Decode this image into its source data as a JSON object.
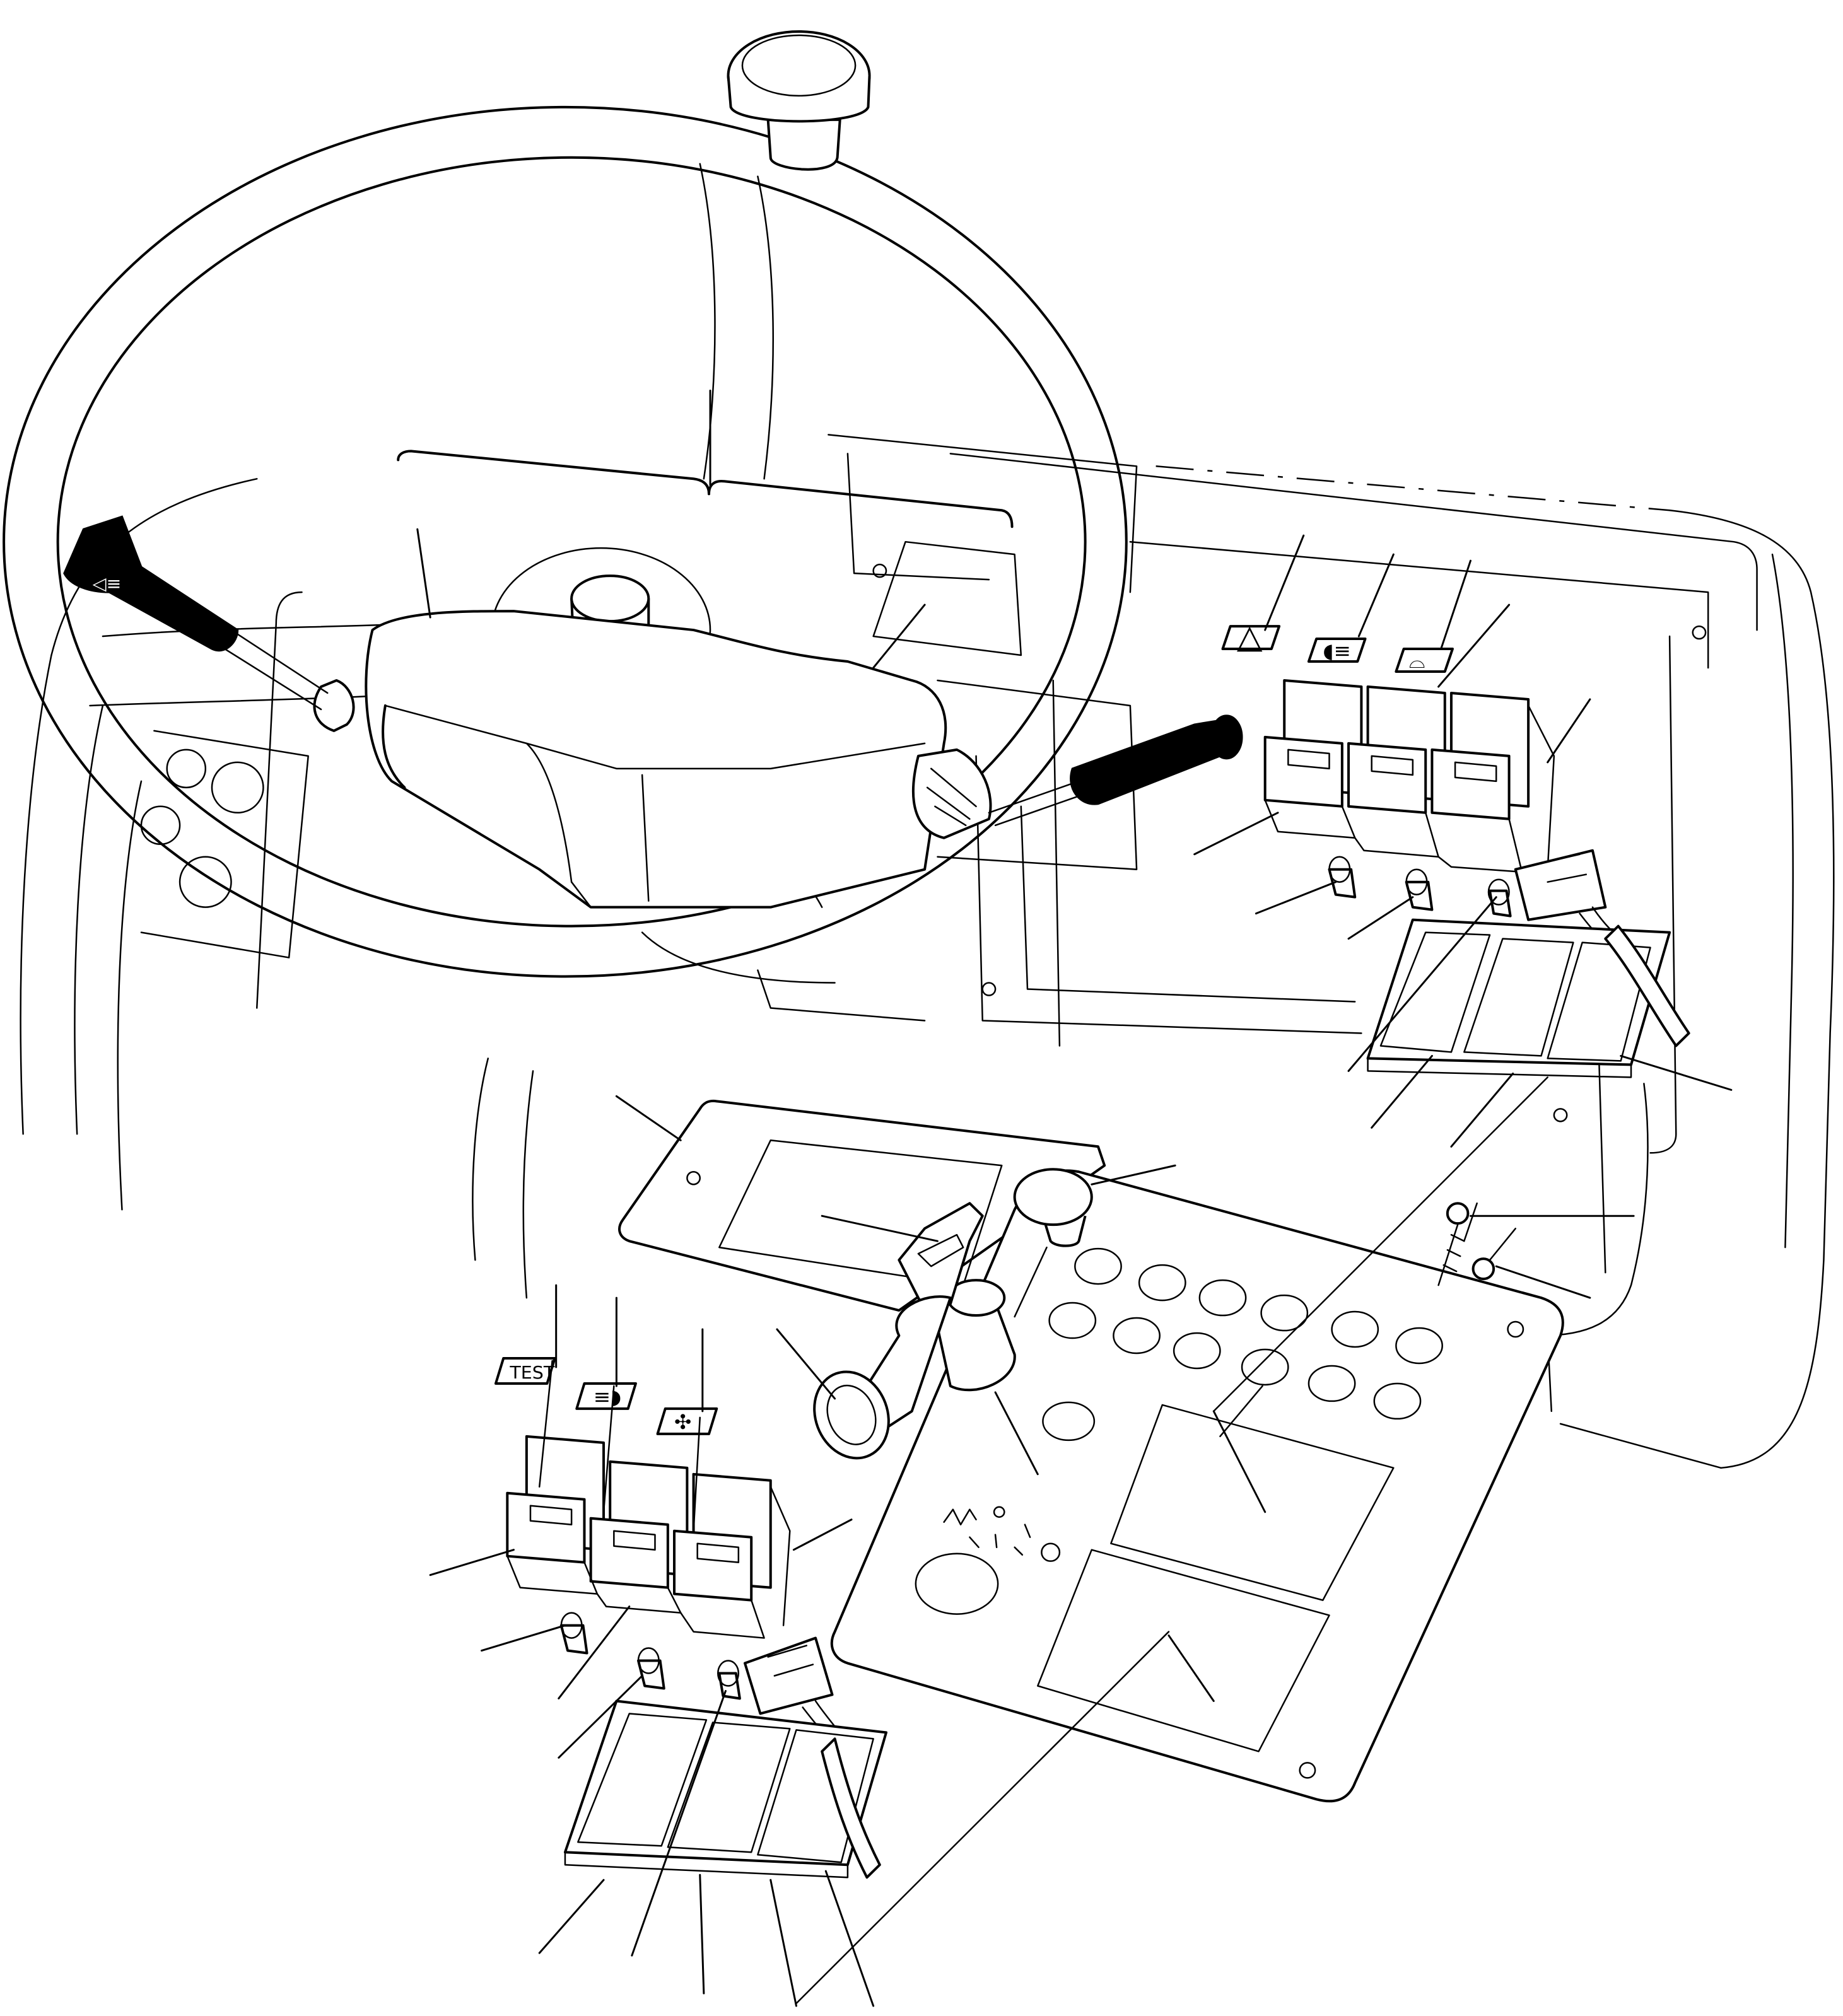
{
  "diagram": {
    "type": "exploded-parts-view",
    "subject": "tractor steering wheel, column switch and instrument panel with rocker switch assemblies",
    "label_plate_texts": {
      "test_switch_label": "TEST"
    },
    "symbols": {
      "hazard": "hazard-triangle-icon",
      "headlight": "headlight-icon",
      "wiper": "wiper-icon",
      "worklight": "work-light-icon",
      "fan": "fan-icon",
      "ignition_positions": [
        "preheat-icon",
        "off-position-icon",
        "run-position-icon",
        "start-position-icon"
      ]
    },
    "colors": {
      "ink": "#000000",
      "paper": "#ffffff"
    }
  }
}
